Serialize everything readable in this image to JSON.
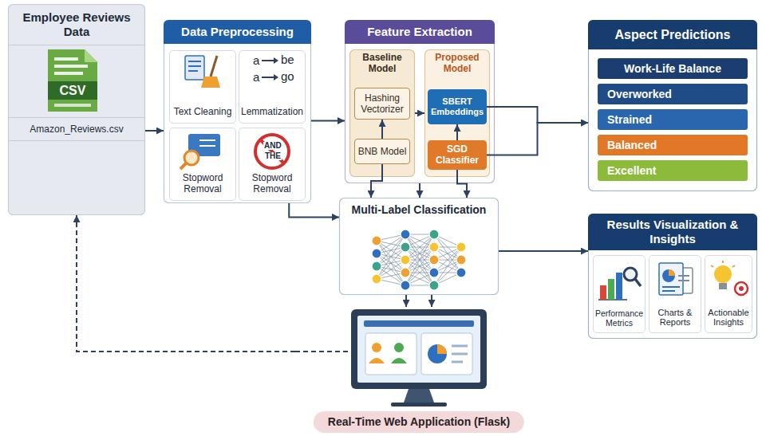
{
  "diagram": {
    "nodes": [
      {
        "text": [
          "Employee Reviews Data",
          "Amazon_Reviews.csv"
        ]
      },
      {
        "text": [
          "CSV"
        ],
        "in": 0
      },
      {
        "text": [
          "Data Preprocessing"
        ]
      },
      {
        "text": [
          "Text Cleaning"
        ],
        "in": 2
      },
      {
        "text": [
          "Lemmatization"
        ],
        "in": 2
      },
      {
        "text": [
          "Stopword Removal"
        ],
        "in": 2
      },
      {
        "text": [
          "Stopword Removal"
        ],
        "in": 2
      },
      {
        "text": [
          "Feature Extraction"
        ]
      },
      {
        "text": [
          "Baseline Model"
        ],
        "in": 7
      },
      {
        "text": [
          "Hashing Vectorizer"
        ],
        "in": 8
      },
      {
        "text": [
          "BNB Model"
        ],
        "in": 8
      },
      {
        "text": [
          "Proposed Model"
        ],
        "in": 7
      },
      {
        "text": [
          "SBERT Embeddings"
        ],
        "in": 11
      },
      {
        "text": [
          "SGD Classifier"
        ],
        "in": 11
      },
      {
        "text": [
          "Aspect Predictions"
        ]
      },
      {
        "text": [
          "Work-Life Balance"
        ],
        "in": 14
      },
      {
        "text": [
          "Overworked"
        ],
        "in": 14
      },
      {
        "text": [
          "Strained"
        ],
        "in": 14
      },
      {
        "text": [
          "Balanced"
        ],
        "in": 14
      },
      {
        "text": [
          "Excellent"
        ],
        "in": 14
      },
      {
        "text": [
          "Multi-Label Classification"
        ]
      },
      {
        "text": [
          "Results Visualization & Insights"
        ]
      },
      {
        "text": [
          "Performance Metrics"
        ],
        "in": 21
      },
      {
        "text": [
          "Charts & Reports"
        ],
        "in": 21
      },
      {
        "text": [
          "Actionable Insights"
        ],
        "in": 21
      },
      {
        "text": [
          "Real-Time Web Application (Flask)"
        ]
      }
    ],
    "edges": [
      {
        "from": 0,
        "to": 2,
        "arrow": "to"
      },
      {
        "from": 2,
        "to": 7,
        "arrow": "to"
      },
      {
        "from": 10,
        "to": 9,
        "arrow": "to"
      },
      {
        "from": 8,
        "to": 11,
        "arrow": "to"
      },
      {
        "from": 13,
        "to": 12,
        "arrow": "to"
      },
      {
        "from": 12,
        "to": 14,
        "arrow": "to"
      },
      {
        "from": 13,
        "to": 14,
        "arrow": "to"
      },
      {
        "from": 10,
        "to": 20,
        "arrow": "to"
      },
      {
        "from": 7,
        "to": 20,
        "arrow": "to"
      },
      {
        "from": 13,
        "to": 20,
        "arrow": "to"
      },
      {
        "from": 2,
        "to": 20,
        "arrow": "to"
      },
      {
        "from": 20,
        "to": 21,
        "arrow": "to"
      },
      {
        "from": 20,
        "to": 25,
        "arrow": "to"
      },
      {
        "from": 20,
        "to": 25,
        "arrow": "to"
      },
      {
        "from": 25,
        "to": 0,
        "arrow": "to"
      }
    ],
    "labels": [
      "a",
      "be",
      "a",
      "go",
      "AND",
      "THE"
    ]
  }
}
